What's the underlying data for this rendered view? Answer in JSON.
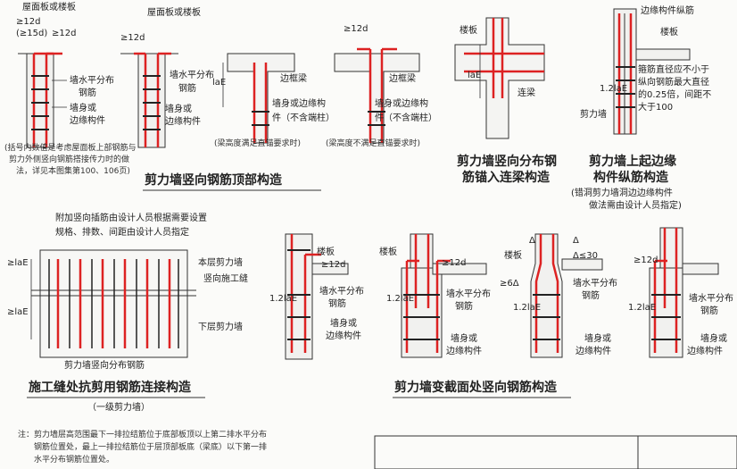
{
  "d1": {
    "top_label": "屋面板或楼板",
    "dim_a": "≥12d",
    "dim_b": "(≥15d)",
    "dim_c": "≥12d",
    "lbl_hz": "墙水平分布",
    "lbl_hz2": "钢筋",
    "lbl_wall": "墙身或",
    "lbl_wall2": "边缘构件"
  },
  "d2": {
    "top_label": "屋面板或楼板",
    "dim": "≥12d",
    "lbl_hz": "墙水平分布",
    "lbl_hz2": "钢筋",
    "lbl_wall": "墙身或",
    "lbl_wall2": "边缘构件"
  },
  "d3": {
    "beam": "边框梁",
    "dim": "laE",
    "lbl": "墙身或边缘构",
    "lbl2": "件（不含端柱）",
    "cap": "(梁高度满足直锚要求时)"
  },
  "d4": {
    "dim": "≥12d",
    "beam": "边框梁",
    "lbl": "墙身或边缘构",
    "lbl2": "件（不含端柱）",
    "cap": "(梁高度不满足直锚要求时)"
  },
  "left_note": [
    "(括号内数值是考虑屋面板上部钢筋与",
    "剪力外侧竖向钢筋搭接传力时的做",
    "法，详见本图集第100、106页)"
  ],
  "title1": "剪力墙竖向钢筋顶部构造",
  "d5": {
    "slab": "楼板",
    "dim": "laE",
    "beam": "连梁",
    "title_l1": "剪力墙竖向分布钢",
    "title_l2": "筋锚入连梁构造"
  },
  "d6": {
    "top": "边缘构件纵筋",
    "slab": "楼板",
    "dim": "1.2laE",
    "note": [
      "箍筋直径应不小于",
      "纵向钢筋最大直径",
      "的0.25倍，间距不",
      "大于100"
    ],
    "wall": "剪力墙",
    "title_l1": "剪力墙上起边缘",
    "title_l2": "构件纵筋构造",
    "sub_l1": "(错洞剪力墙洞边边缘构件",
    "sub_l2": "做法需由设计人员指定)"
  },
  "d7": {
    "note1": "附加竖向插筋由设计人员根据需要设置",
    "note2": "规格、排数、间距由设计人员指定",
    "upper": "本层剪力墙",
    "joint": "竖向施工缝",
    "lower": "下层剪力墙",
    "bottom": "剪力墙竖向分布钢筋",
    "dim1": "≥laE",
    "dim2": "≥laE",
    "title": "施工缝处抗剪用钢筋连接构造",
    "sub": "（一级剪力墙）"
  },
  "d8": {
    "slab": "楼板",
    "dim_top": "≥12d",
    "dim_side": "1.2laE",
    "hz": "墙水平分布",
    "hz2": "钢筋",
    "wall": "墙身或",
    "wall2": "边缘构件"
  },
  "d9": {
    "slab": "楼板",
    "dim_top": "≥12d",
    "dim_side": "1.2laE",
    "hz": "墙水平分布",
    "hz2": "钢筋",
    "wall": "墙身或",
    "wall2": "边缘构件"
  },
  "d10": {
    "slab": "楼板",
    "delta": "Δ",
    "delta2": "Δ",
    "delta_lim": "Δ≤30",
    "dim_side": "1.2laE",
    "dim_6": "≥6Δ",
    "hz": "墙水平分布",
    "hz2": "钢筋",
    "wall": "墙身或",
    "wall2": "边缘构件"
  },
  "d11": {
    "dim_top": "≥12d",
    "dim_side": "1.2laE",
    "hz": "墙水平分布",
    "hz2": "钢筋",
    "wall": "墙身或",
    "wall2": "边缘构件"
  },
  "title2": "剪力墙变截面处竖向钢筋构造",
  "footnote": [
    "注：剪力墙层高范围最下一排拉结筋位于底部板顶以上第二排水平分布",
    "钢筋位置处，最上一排拉结筋位于层顶部板底（梁底）以下第一排",
    "水平分布钢筋位置处。"
  ]
}
